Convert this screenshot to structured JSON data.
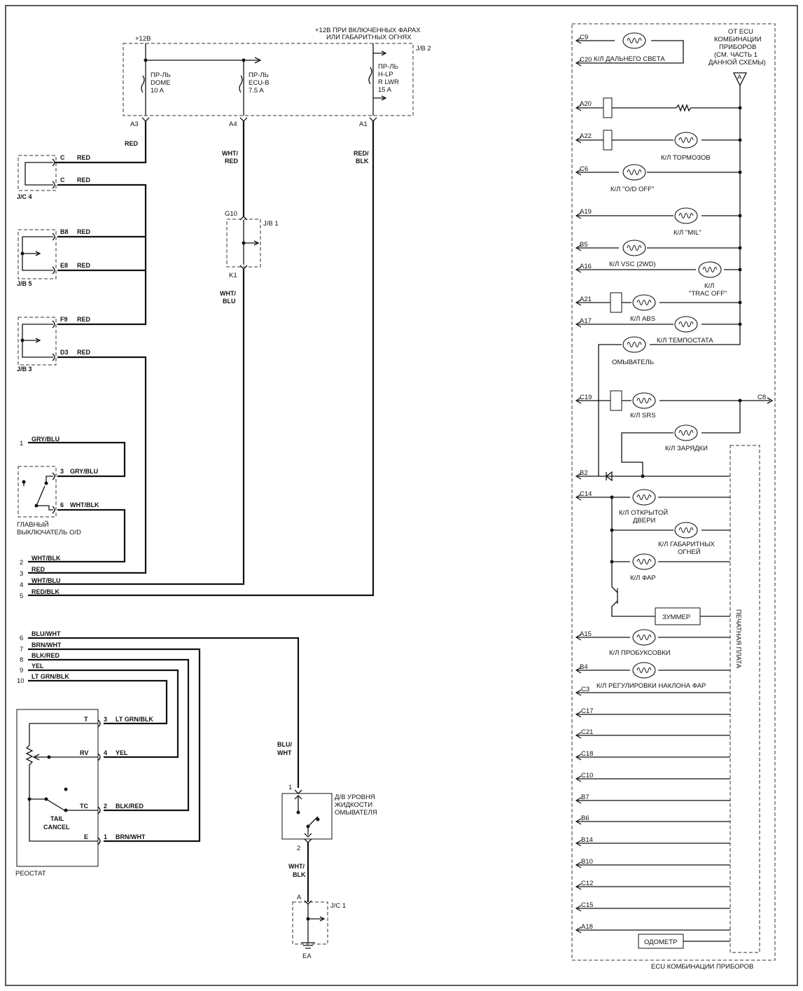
{
  "fuses": {
    "plus12": "+12В",
    "headlights_1": "+12В ПРИ ВКЛЮЧЕННЫХ ФАРАХ",
    "headlights_2": "ИЛИ ГАБАРИТНЫХ ОГНЯХ",
    "jb2": "J/B 2",
    "dome": [
      "ПР-ЛЬ",
      "DOME",
      "10 A"
    ],
    "ecub": [
      "ПР-ЛЬ",
      "ECU-B",
      "7.5 A"
    ],
    "hlp": [
      "ПР-ЛЬ",
      "H-LP",
      "R LWR",
      "15 A"
    ],
    "a3": "A3",
    "a4": "A4",
    "a1": "A1"
  },
  "wires": {
    "red": "RED",
    "wht_red": [
      "WHT/",
      "RED"
    ],
    "red_blk": [
      "RED/",
      "BLK"
    ],
    "wht_blu": [
      "WHT/",
      "BLU"
    ],
    "blu_wht": [
      "BLU/",
      "WHT"
    ],
    "wht_blk": [
      "WHT/",
      "BLK"
    ]
  },
  "junctions": {
    "jc4": "J/C 4",
    "jb5": "J/B 5",
    "jb3": "J/B 3",
    "jb1": "J/B 1",
    "jc1": "J/C 1",
    "c": "C",
    "b8": "B8",
    "e8": "E8",
    "f9": "F9",
    "d3": "D3",
    "g10": "G10",
    "k1": "K1",
    "a": "A",
    "ea": "EA"
  },
  "od_switch": {
    "label_1": "ГЛАВНЫЙ",
    "label_2": "ВЫКЛЮЧАТЕЛЬ O/D",
    "p3": "3",
    "p6": "6",
    "w3": "GRY/BLU",
    "w6": "WHT/BLK"
  },
  "left_pins": [
    {
      "n": "1",
      "w": "GRY/BLU"
    },
    {
      "n": "2",
      "w": "WHT/BLK"
    },
    {
      "n": "3",
      "w": "RED"
    },
    {
      "n": "4",
      "w": "WHT/BLU"
    },
    {
      "n": "5",
      "w": "RED/BLK"
    },
    {
      "n": "6",
      "w": "BLU/WHT"
    },
    {
      "n": "7",
      "w": "BRN/WHT"
    },
    {
      "n": "8",
      "w": "BLK/RED"
    },
    {
      "n": "9",
      "w": "YEL"
    },
    {
      "n": "10",
      "w": "LT GRN/BLK"
    }
  ],
  "rheostat": {
    "label": "РЕОСТАТ",
    "tail_1": "TAIL",
    "tail_2": "CANCEL",
    "pins": [
      {
        "t": "T",
        "n": "3",
        "w": "LT GRN/BLK"
      },
      {
        "t": "RV",
        "n": "4",
        "w": "YEL"
      },
      {
        "t": "TC",
        "n": "2",
        "w": "BLK/RED"
      },
      {
        "t": "E",
        "n": "1",
        "w": "BRN/WHT"
      }
    ]
  },
  "washer_sensor": {
    "label": [
      "Д/В УРОВНЯ",
      "ЖИДКОСТИ",
      "ОМЫВАТЕЛЯ"
    ],
    "p1": "1",
    "p2": "2"
  },
  "ecu": {
    "from_ecu": [
      "ОТ ECU",
      "КОМБИНАЦИИ",
      "ПРИБОРОВ",
      "(СМ. ЧАСТЬ 1",
      "ДАННОЙ СХЕМЫ)"
    ],
    "a_marker": "A",
    "footer": "ECU КОМБИНАЦИИ ПРИБОРОВ",
    "pcb": "ПЕЧАТНАЯ ПЛАТА",
    "buzzer": "ЗУММЕР",
    "odometer": "ОДОМЕТР",
    "washer": "ОМЫВАТЕЛЬ",
    "pins": {
      "c9": "C9",
      "c20": "C20",
      "a20": "A20",
      "a22": "A22",
      "c6": "C6",
      "a19": "A19",
      "b5": "B5",
      "a16": "A16",
      "a21": "A21",
      "a17": "A17",
      "c19": "C19",
      "c8": "C8",
      "b2": "B2",
      "c14": "C14",
      "a15": "A15",
      "b4": "B4",
      "c3": "C3",
      "c17": "C17",
      "c21": "C21",
      "c18": "C18",
      "c10": "C10",
      "b7": "B7",
      "b6": "B6",
      "b14": "B14",
      "b10": "B10",
      "c12": "C12",
      "c15": "C15",
      "a18": "A18"
    },
    "lamps": {
      "high_beam": "К/Л ДАЛЬНЕГО СВЕТА",
      "brakes": "К/Л ТОРМОЗОВ",
      "od_off": "К/Л \"O/D OFF\"",
      "mil": "К/Л \"MIL\"",
      "vsc": "К/Л VSC (2WD)",
      "trac_1": "К/Л",
      "trac_2": "\"TRAC OFF\"",
      "abs": "К/Л ABS",
      "temp": "К/Л ТЕМПОСТАТА",
      "srs": "К/Л SRS",
      "charge": "К/Л ЗАРЯДКИ",
      "door_1": "К/Л ОТКРЫТОЙ",
      "door_2": "ДВЕРИ",
      "parking_1": "К/Л ГАБАРИТНЫХ",
      "parking_2": "ОГНЕЙ",
      "headlamp": "К/Л ФАР",
      "slip": "К/Л ПРОБУКСОВКИ",
      "leveling": "К/Л РЕГУЛИРОВКИ НАКЛОНА ФАР"
    }
  }
}
